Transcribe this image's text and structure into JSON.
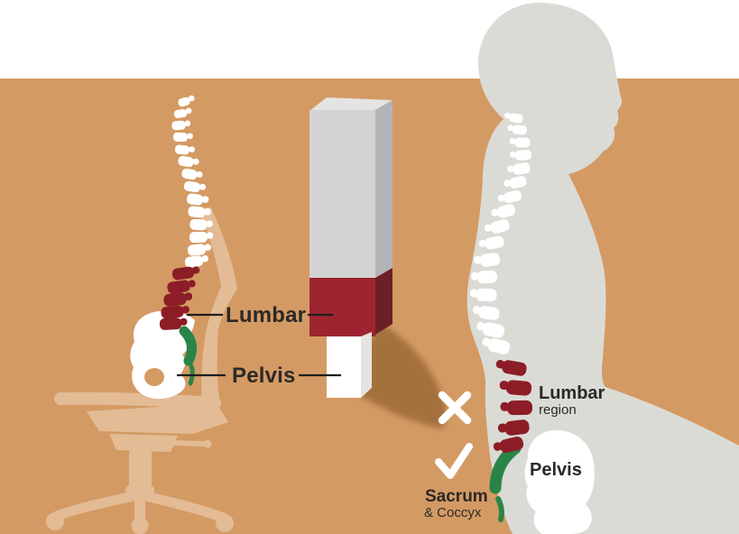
{
  "title": "Lumbar support seating posture diagram",
  "labels": {
    "spine_lumbar": "Lumbar",
    "spine_pelvis": "Pelvis",
    "figure_lumbar": "Lumbar",
    "figure_lumbar_sub": "region",
    "figure_pelvis": "Pelvis",
    "figure_sacrum": "Sacrum",
    "figure_sacrum_sub": "& Coccyx"
  },
  "icons": {
    "wrong": "x-mark",
    "correct": "check-mark"
  },
  "colors": {
    "bg": "#d49a64",
    "strip": "#ffffff",
    "chair": "#e3bb95",
    "person": "#dbdbd5",
    "bone": "#ffffff",
    "vertebra_red": "#8c1d27",
    "block_gray_top": "#e4e4e2",
    "block_gray_front": "#d3d3d3",
    "block_gray_side": "#b2b4b8",
    "block_red_front": "#9e2431",
    "block_red_side": "#6b1f27",
    "block_white_front": "#ffffff",
    "block_white_side": "#e6e4e0",
    "green": "#2b8447",
    "label": "#2b2926",
    "line": "#1e1e1e",
    "shadow": "#9c6b37",
    "mark": "#ffffff"
  }
}
